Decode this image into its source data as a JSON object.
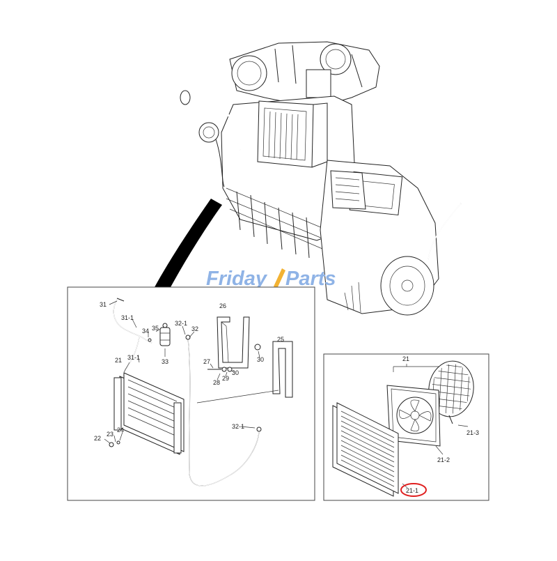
{
  "watermark": {
    "part1": "Friday",
    "part2": "Parts",
    "color1": "#8fb3e6",
    "color2": "#8fb3e6",
    "accent": "#f2b233"
  },
  "left_panel": {
    "callouts": {
      "c31": "31",
      "c31_1a": "31-1",
      "c34": "34",
      "c35": "35",
      "c33": "33",
      "c32_1a": "32-1",
      "c32": "32",
      "c26": "26",
      "c25": "25",
      "c21": "21",
      "c31_1b": "31-1",
      "c27": "27",
      "c28": "28",
      "c29": "29",
      "c30a": "30",
      "c30b": "30",
      "c22": "22",
      "c23": "23",
      "c24": "24",
      "c32_1b": "32-1"
    }
  },
  "right_panel": {
    "callouts": {
      "c21": "21",
      "c21_3": "21-3",
      "c21_2": "21-2",
      "c21_1": "21-1"
    },
    "highlight_color": "#e02020"
  }
}
